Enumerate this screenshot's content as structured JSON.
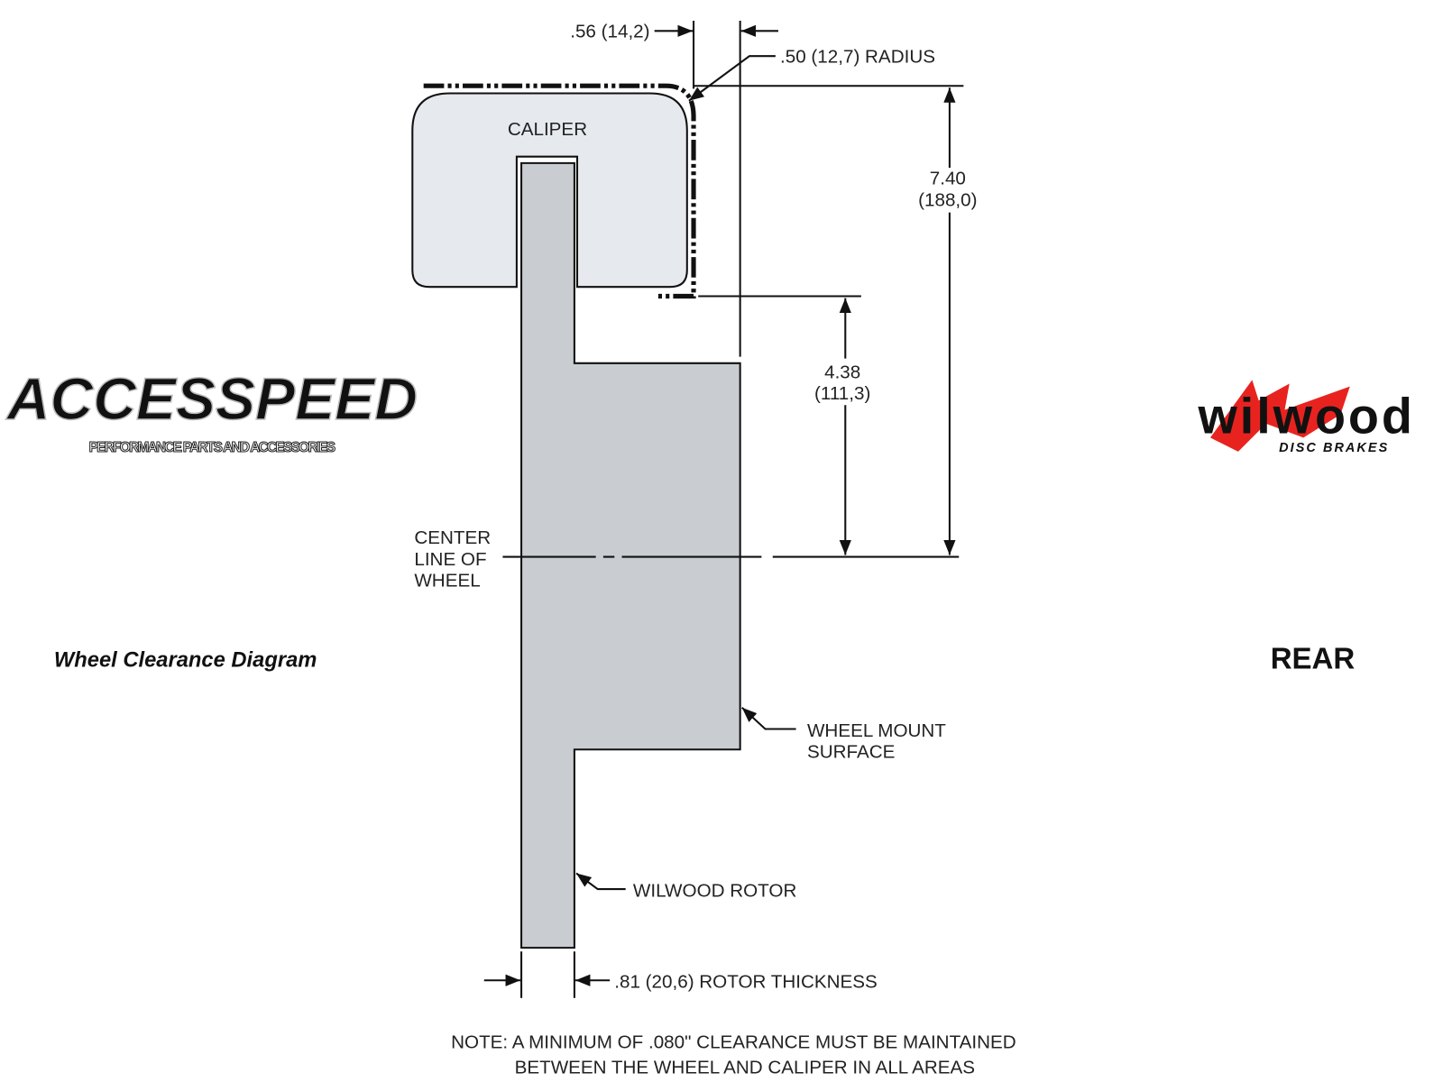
{
  "logos": {
    "left": {
      "name": "ACCESSPEED",
      "tagline": "PERFORMANCE PARTS AND ACCESSORIES"
    },
    "right": {
      "name": "wilwood",
      "tagline": "DISC BRAKES",
      "accent": "#e8231f"
    }
  },
  "title": "Wheel Clearance Diagram",
  "position": "REAR",
  "labels": {
    "caliper": "CALIPER",
    "center_line": [
      "CENTER",
      "LINE OF",
      "WHEEL"
    ],
    "wheel_mount": [
      "WHEEL MOUNT",
      "SURFACE"
    ],
    "rotor": "WILWOOD ROTOR"
  },
  "dimensions": {
    "offset": ".56 (14,2)",
    "radius": ".50 (12,7) RADIUS",
    "height_total": [
      "7.40",
      "(188,0)"
    ],
    "height_mount": [
      "4.38",
      "(111,3)"
    ],
    "rotor_thickness": ".81 (20,6) ROTOR THICKNESS"
  },
  "note": [
    "NOTE: A MINIMUM OF .080\" CLEARANCE MUST BE MAINTAINED",
    "BETWEEN THE WHEEL AND CALIPER IN ALL AREAS"
  ],
  "colors": {
    "caliper": "#e6e9ee",
    "rotor": "#c9ccd0"
  }
}
